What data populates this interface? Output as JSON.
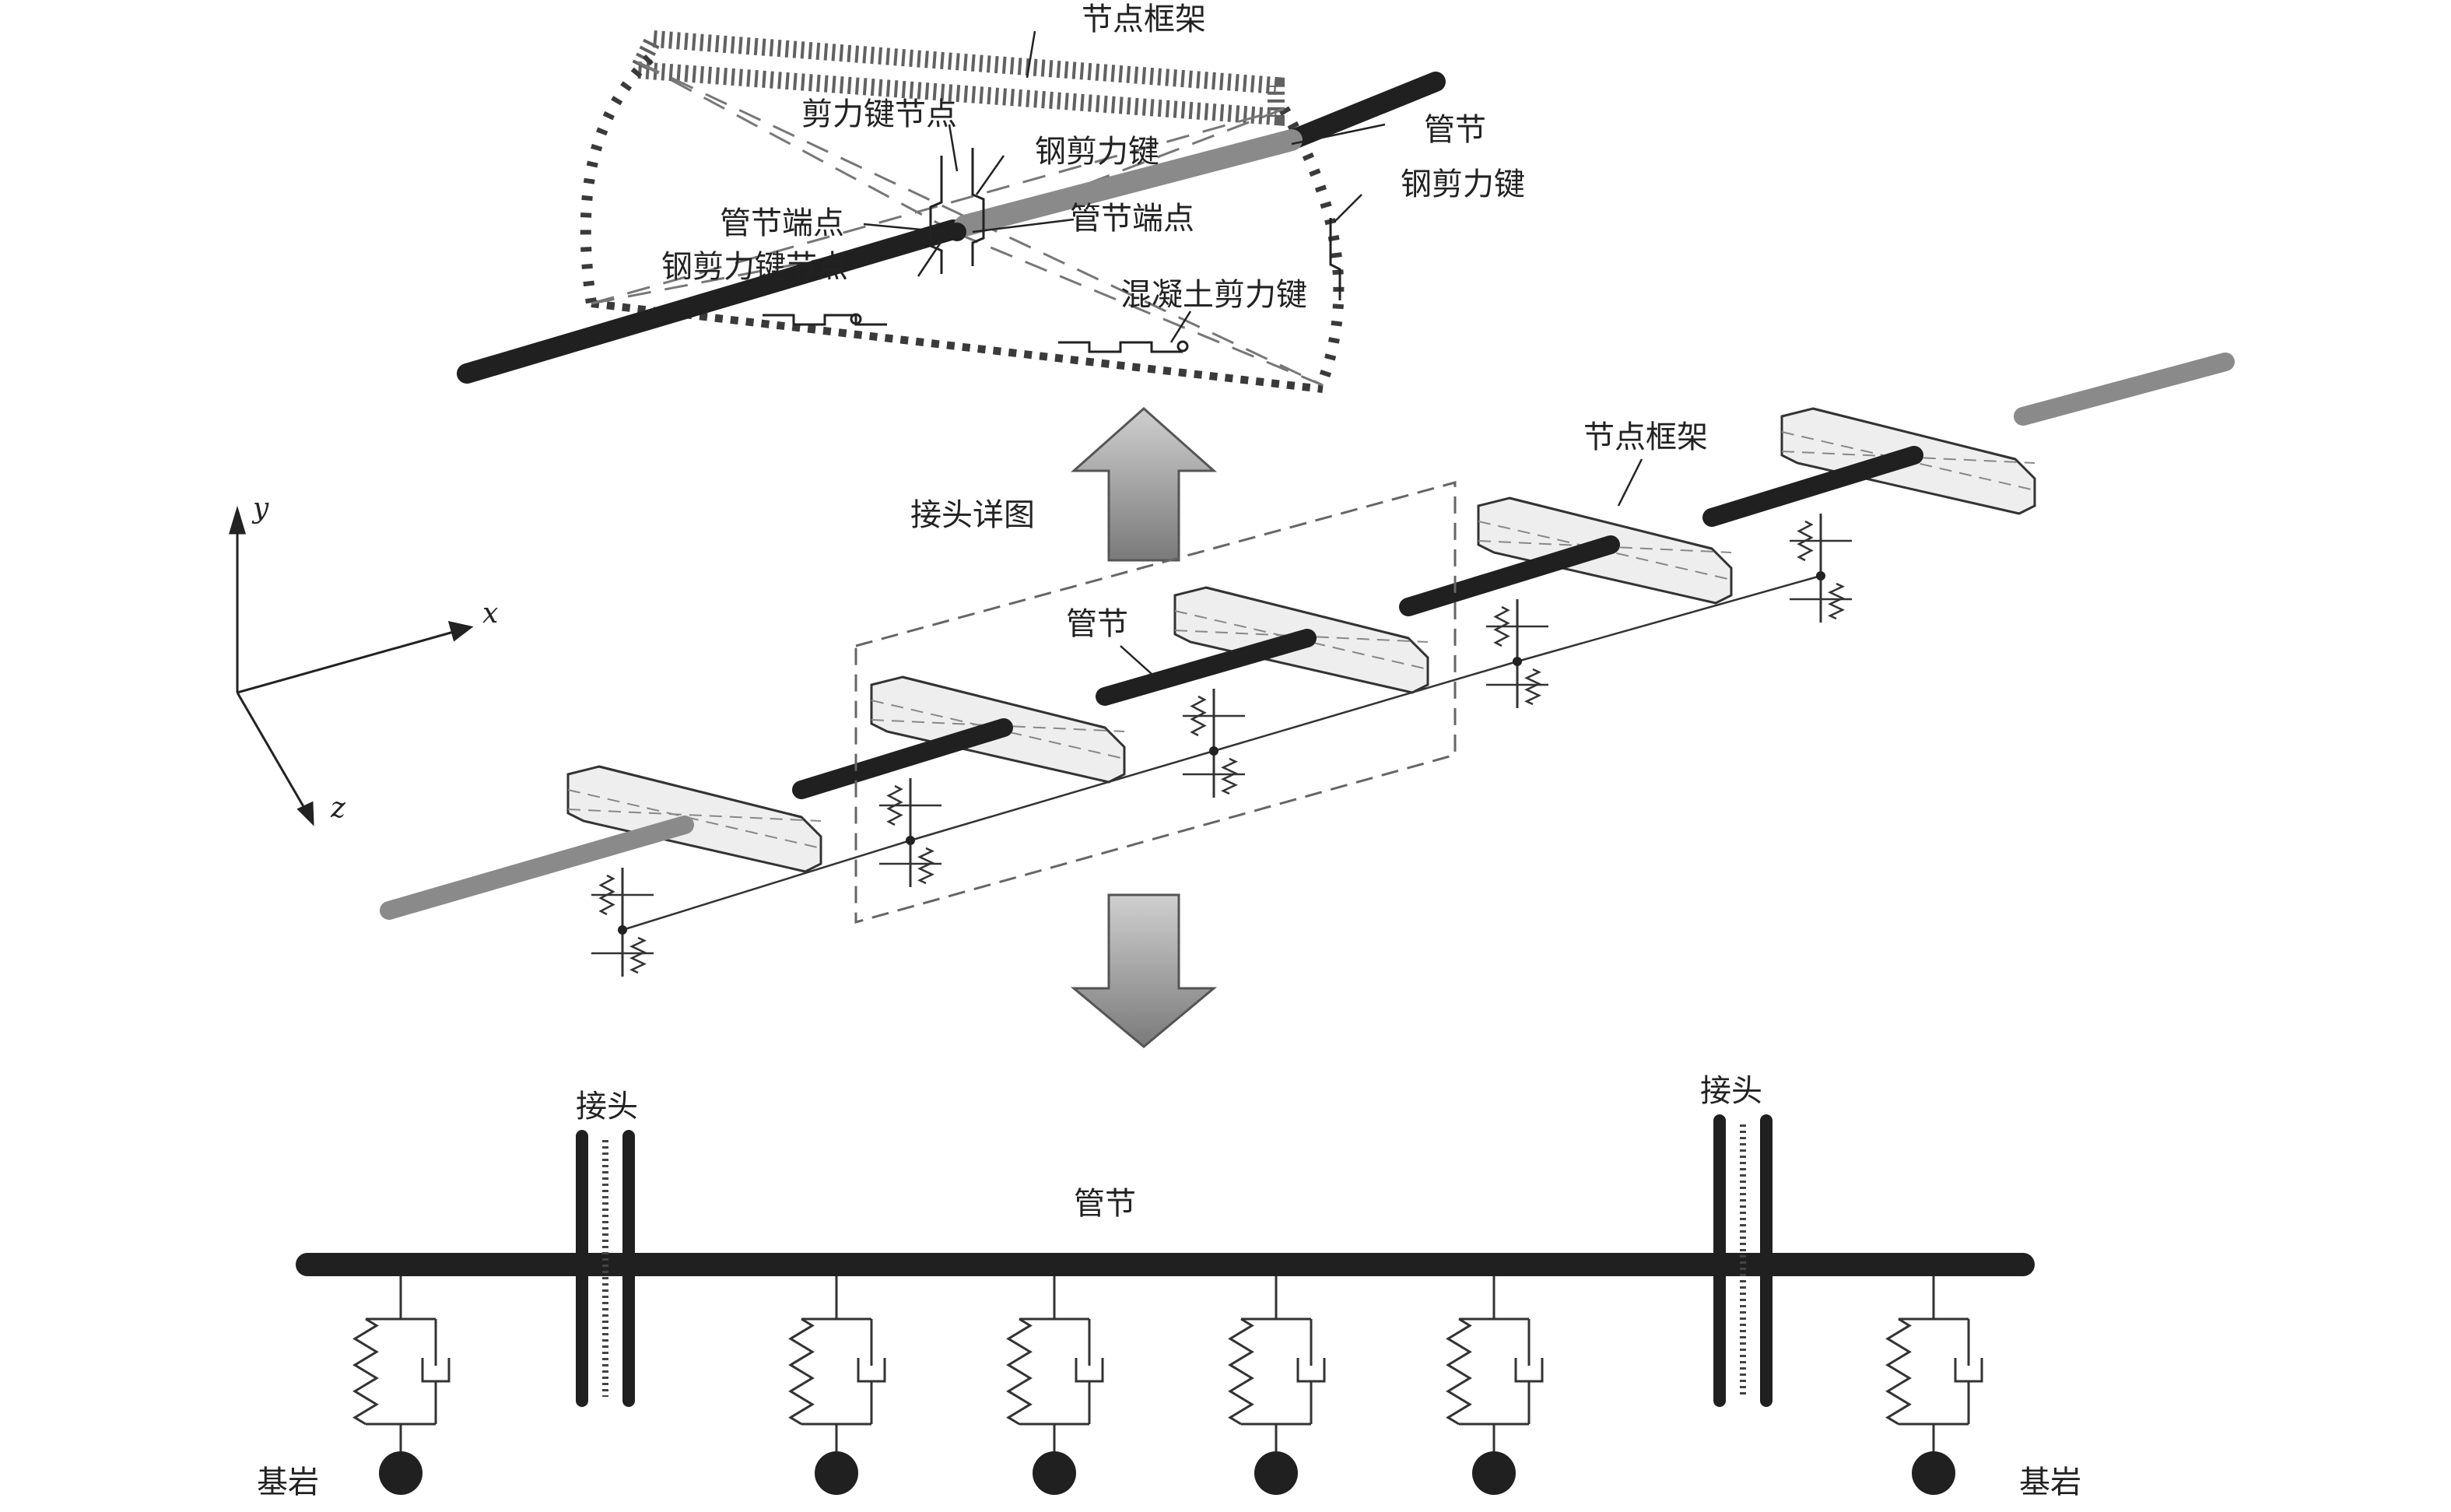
{
  "colors": {
    "ink": "#222222",
    "pipe_dark": "#202020",
    "pipe_light": "#8a8a8a",
    "frame_fill": "#eeeeee",
    "dashed": "#666666",
    "arrow_fill": "#9a9a9a"
  },
  "top_detail": {
    "node_frame": "节点框架",
    "pipe_segment": "管节",
    "shear_key_node": "剪力键节点",
    "steel_shear_key": "钢剪力键",
    "steel_shear_key_right": "钢剪力键",
    "pipe_end_point_left": "管节端点",
    "pipe_end_point_right": "管节端点",
    "steel_shear_key_node": "钢剪力键节点",
    "concrete_shear_key": "混凝土剪力键"
  },
  "joint_detail_label": "接头详图",
  "axes": {
    "y": "y",
    "x": "x",
    "z": "z"
  },
  "middle_model": {
    "node_frame": "节点框架",
    "pipe_segment": "管节"
  },
  "bottom_model": {
    "joint_left": "接头",
    "joint_right": "接头",
    "pipe_segment": "管节",
    "bedrock_left": "基岩",
    "bedrock_right": "基岩"
  }
}
